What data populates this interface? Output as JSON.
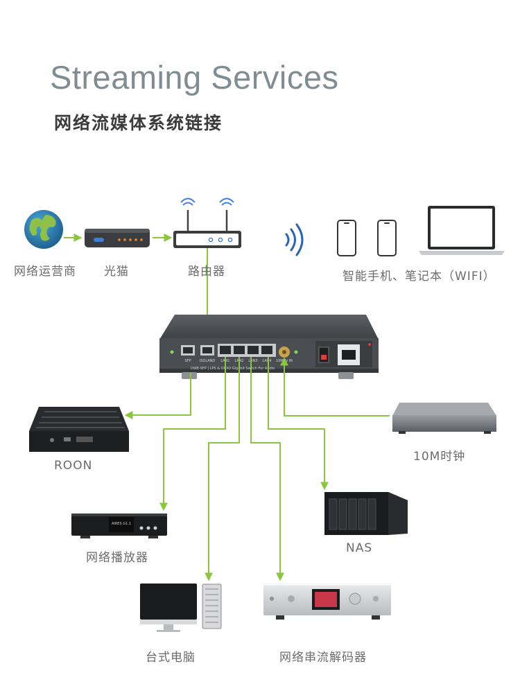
{
  "header": {
    "title": "Streaming Services",
    "subtitle": "网络流媒体系统链接"
  },
  "colors": {
    "link": "#8cc63f",
    "device_dark": "#2d2f33",
    "device_grey": "#6e7276",
    "text": "#6b6b6b"
  },
  "top_row": {
    "isp_label": "网络运营商",
    "modem_label": "光猫",
    "router_label": "路由器",
    "wifi_devices_label": "智能手机、笔记本（WIFI）"
  },
  "switch": {
    "port_labels": [
      "SFP",
      "ISOLAND",
      "LAN1",
      "LAN2",
      "LAN3",
      "LAN4",
      "10MHz IN"
    ],
    "model_text": "DWE-SFP | LPS & OCXO Gigabit Switch For Audio"
  },
  "devices": {
    "roon_label": "ROON",
    "clock_label": "10M时钟",
    "player_label": "网络播放器",
    "nas_label": "NAS",
    "desktop_label": "台式电脑",
    "streamer_label": "网络串流解码器",
    "player_screen_text": "AIRES G1.1"
  },
  "icons": {
    "isp": "globe-icon",
    "modem": "modem-icon",
    "router": "router-icon",
    "wifi": "wifi-signal-icon",
    "phone": "smartphone-icon",
    "laptop": "laptop-icon"
  }
}
